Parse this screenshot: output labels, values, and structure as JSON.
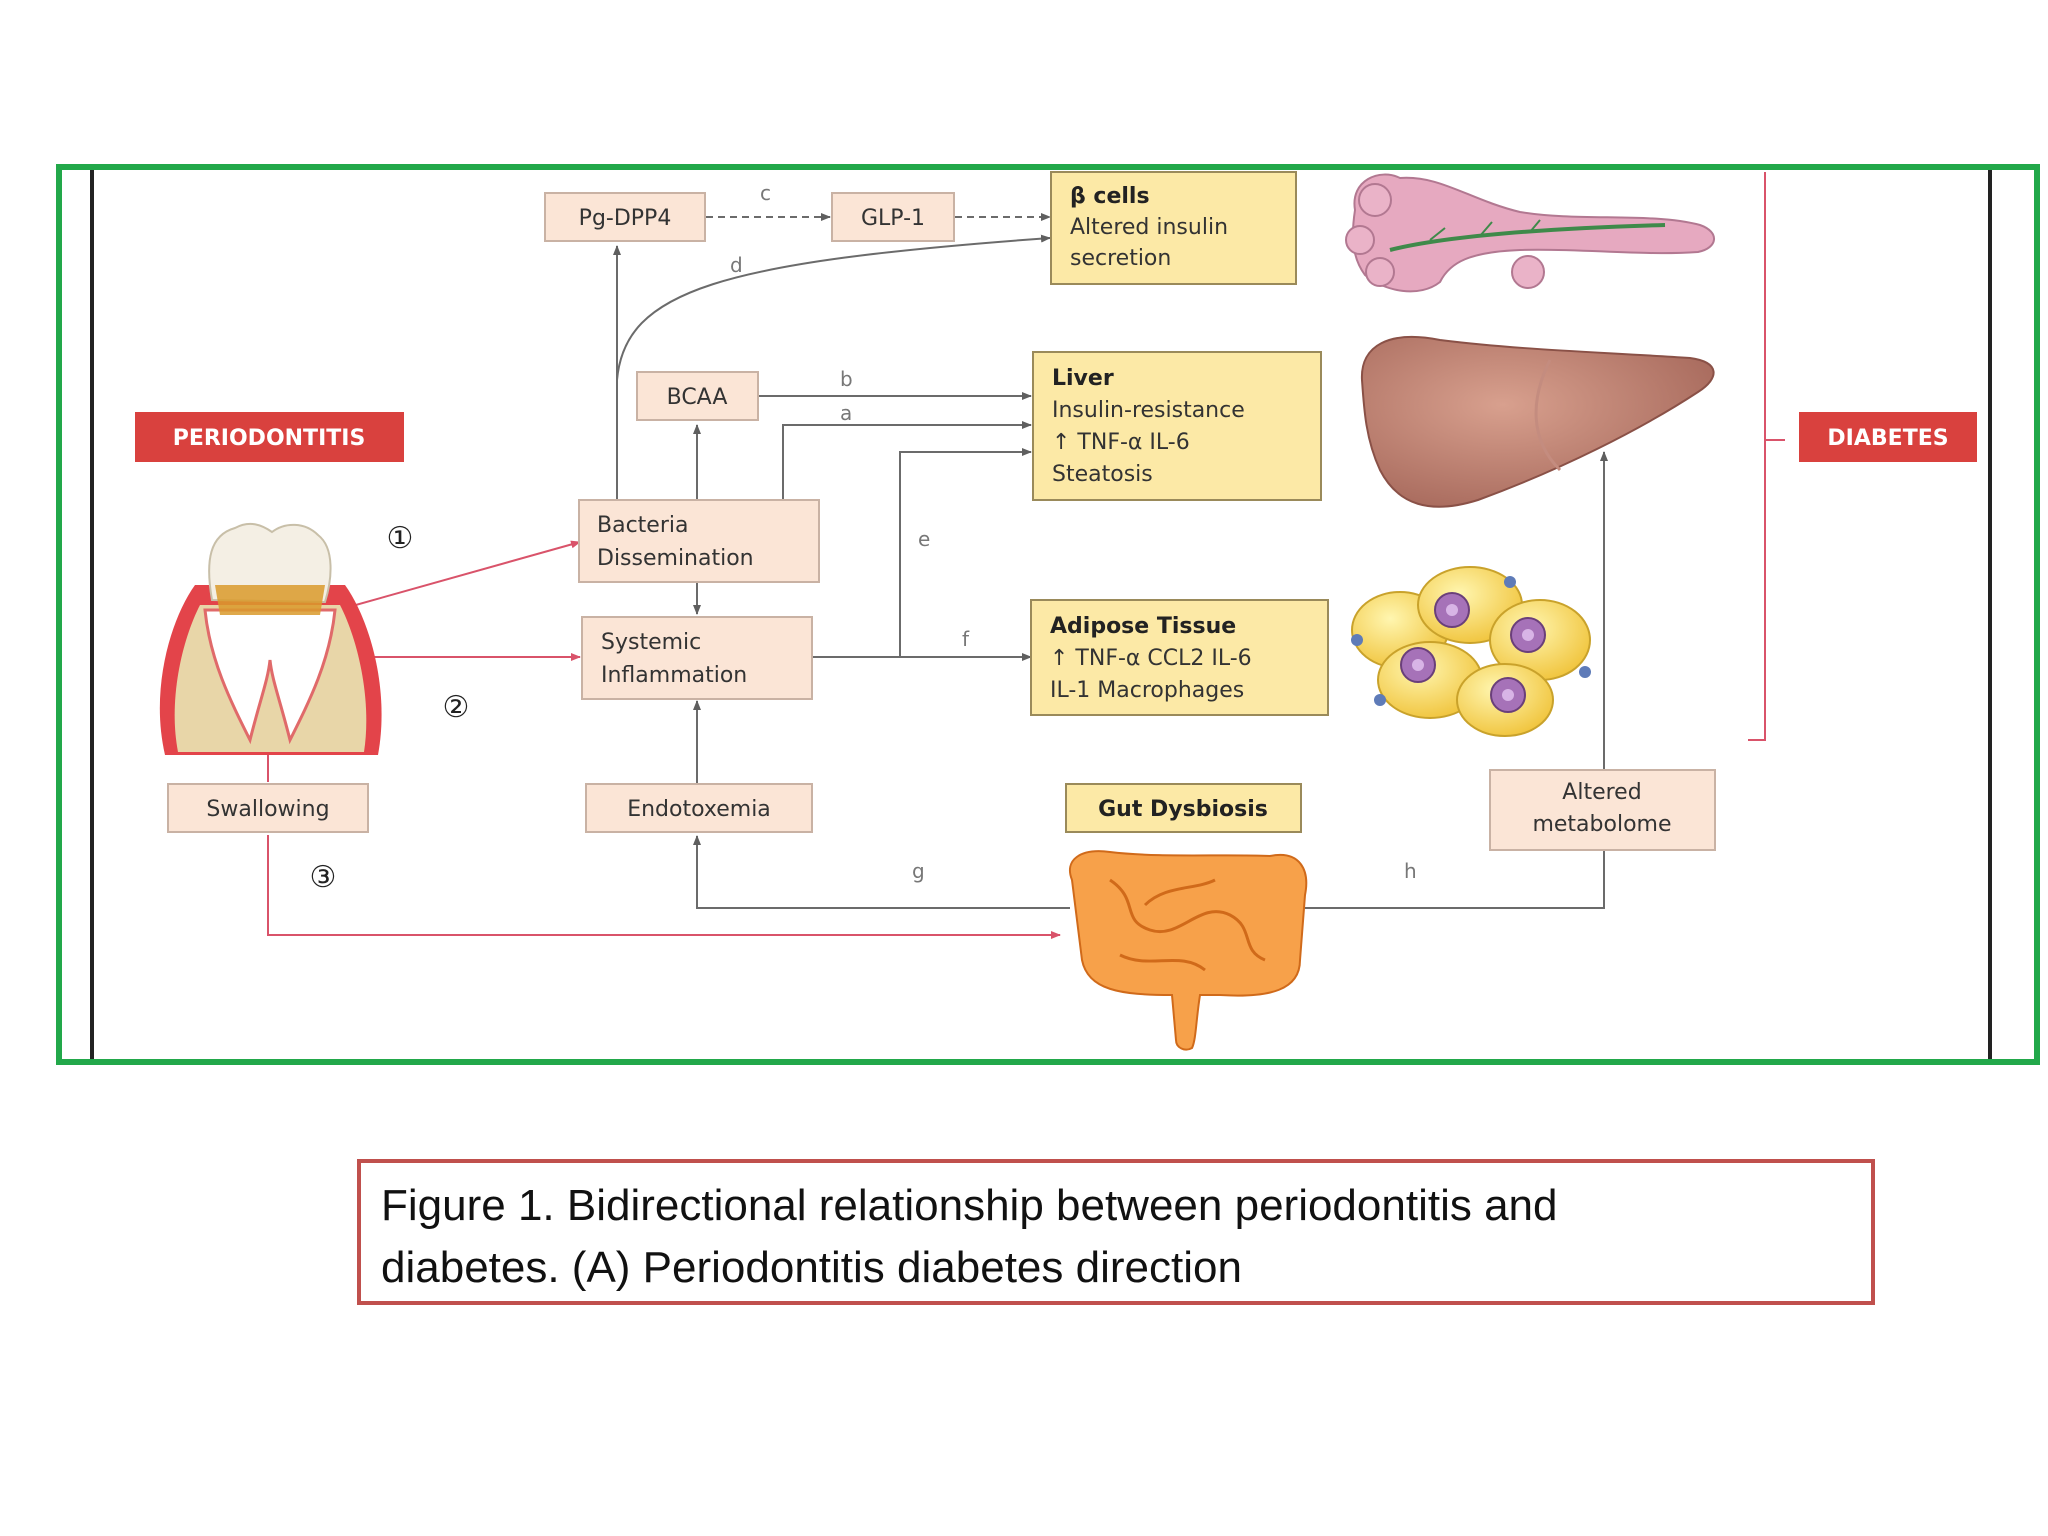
{
  "side_labels": {
    "left": "PERIODONTITIS",
    "right": "DIABETES"
  },
  "markers": {
    "one": "①",
    "two": "②",
    "three": "③"
  },
  "nodes": {
    "pg_dpp4": "Pg-DPP4",
    "glp1": "GLP-1",
    "bcaa": "BCAA",
    "bacteria": [
      "Bacteria",
      "Dissemination"
    ],
    "systemic": [
      "Systemic",
      "Inflammation"
    ],
    "swallowing": "Swallowing",
    "endotoxemia": "Endotoxemia",
    "gut_dysbiosis": "Gut Dysbiosis",
    "altered_metabolome": [
      "Altered",
      "metabolome"
    ],
    "beta_cells": [
      "β cells",
      "Altered insulin",
      "secretion"
    ],
    "liver": [
      "Liver",
      "Insulin-resistance",
      "↑ TNF-α IL-6",
      "Steatosis"
    ],
    "adipose": [
      "Adipose Tissue",
      "↑ TNF-α CCL2 IL-6",
      "IL-1 Macrophages"
    ]
  },
  "edge_labels": {
    "a": "a",
    "b": "b",
    "c": "c",
    "d": "d",
    "e": "e",
    "f": "f",
    "g": "g",
    "h": "h"
  },
  "caption": {
    "line1": "Figure 1. Bidirectional relationship between periodontitis and",
    "line2": "diabetes. (A) Periodontitis diabetes direction"
  },
  "colors": {
    "frame": "#22a84a",
    "side_label": "#d9413e",
    "node_fill": "#fbe5d6",
    "organ_fill": "#fce9a6",
    "red_arrow": "#d9536a",
    "gray_arrow": "#6b6b6b",
    "caption_border": "#c0504d"
  }
}
